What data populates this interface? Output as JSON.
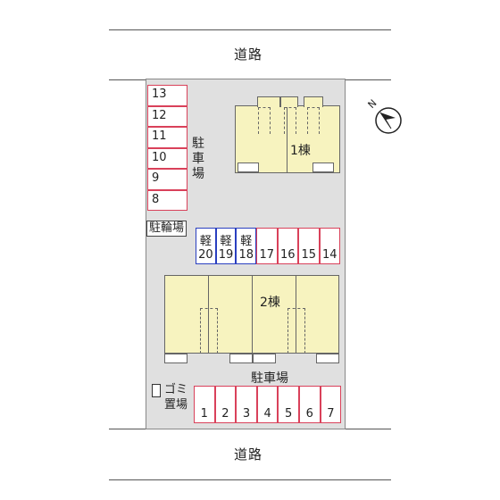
{
  "roads": {
    "top_label": "道路",
    "bottom_label": "道路"
  },
  "compass": {
    "letter": "N"
  },
  "buildings": {
    "building1_label": "1棟",
    "building2_label": "2棟"
  },
  "labels": {
    "parking_vertical": [
      "駐",
      "車",
      "場"
    ],
    "bicycle_parking": "駐輪場",
    "parking_bottom": "駐車場",
    "garbage_line1": "ゴミ",
    "garbage_line2": "置場",
    "kei": "軽"
  },
  "parking": {
    "left_column": [
      "13",
      "12",
      "11",
      "10",
      "9",
      "8"
    ],
    "middle_row_kei": [
      "20",
      "19",
      "18"
    ],
    "middle_row": [
      "17",
      "16",
      "15",
      "14"
    ],
    "bottom_row": [
      "1",
      "2",
      "3",
      "4",
      "5",
      "6",
      "7"
    ]
  },
  "colors": {
    "spot_red": "#d9415a",
    "spot_blue": "#2a3fc0",
    "building": "#f7f3bf",
    "lot": "#e0e0e0"
  }
}
